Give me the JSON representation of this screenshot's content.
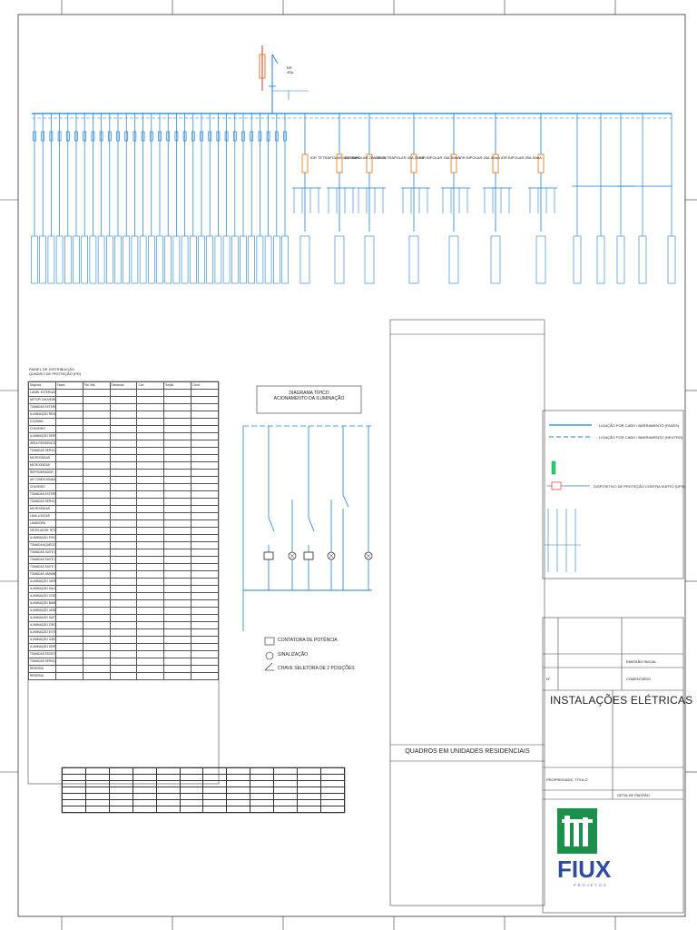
{
  "diagram": {
    "main_breaker": {
      "label": "DR",
      "sub": "40A"
    },
    "section_title": "QUADROS EM UNIDADES RESIDENCIAIS",
    "sub_breakers": [
      {
        "label": "IDR TETRAPOLAR",
        "sub": "40A 30mA"
      },
      {
        "label": "IDR BIPOLAR",
        "sub": "25A 30mA"
      },
      {
        "label": "IDR TETRAPOLAR",
        "sub": "40A 30mA"
      },
      {
        "label": "IDR BIPOLAR",
        "sub": "25A 30mA"
      },
      {
        "label": "IDR BIPOLAR",
        "sub": "25A 30mA"
      },
      {
        "label": "IDR BIPOLAR",
        "sub": "25A 30mA"
      }
    ],
    "typical_diagram": {
      "title_line1": "DIAGRAMA TÍPICO",
      "title_line2": "ACIONAMENTO DA ILUMINAÇÃO",
      "legend": [
        "CONTATORA DE POTÊNCIA",
        "SINALIZAÇÃO",
        "CHAVE SELETORA DE 2 POSIÇÕES"
      ]
    },
    "right_legend": [
      {
        "text": "LIGAÇÃO POR CABO / BARRAMENTO (FASES)"
      },
      {
        "text": "LIGAÇÃO POR CABO / BARRAMENTO (NEUTRO)"
      },
      {
        "text": "DISPOSITIVO DE PROTEÇÃO CONTRA SURTO (DPS)"
      }
    ],
    "title_block": {
      "project": "INSTALAÇÕES ELÉTRICAS",
      "rev_label": "EMISSÃO INICIAL",
      "rev_no": "N°",
      "rev_comment": "COMENTÁRIO",
      "client_label": "PROPRIEDADE, TÍTULO",
      "plan_label": "DETALHE PADRÃO"
    },
    "brand": {
      "name": "FIUX",
      "tagline": "PROJETOS"
    },
    "left_header": [
      "PAINEL DE DISTRIBUIÇÃO",
      "QUADRO DE PROTEÇÃO (PD)"
    ],
    "table_header": [
      "Disjuntor",
      "Fases",
      "Pot. Inst.",
      "Demanda",
      "Corr.",
      "Seção",
      "Cond."
    ],
    "table_rows": [
      "LUMIN. EXTERNAS",
      "MOTOR CHUVEIRO",
      "TOMADAS EXTERNAS",
      "ILUMINAÇÃO RESIDENCIAL",
      "COZINHA",
      "CHUVEIRO",
      "ILUMINAÇÃO SERVIÇO",
      "ÁREA RESIDENCIAL",
      "TOMADAS SERVIÇO",
      "MICROONDAS",
      "MICROONDAS",
      "REFRIGERADOR",
      "AR CONDICIONADO",
      "CHUVEIRO",
      "TOMADAS EXTERNAS",
      "TOMADAS SERVIÇO",
      "MICROONDAS",
      "LAVA-LOUÇAS",
      "LAVADORA",
      "VENTILADOR TETO",
      "ILUMINAÇÃO PISCINA",
      "TOMADA AQUECEDOR",
      "TOMADAS SUITE 1",
      "TOMADAS SUITE 2",
      "TOMADAS SUITE 3",
      "TOMADAS VARANDA",
      "ILUMINAÇÃO JARDIM",
      "ILUMINAÇÃO SALAS",
      "ILUMINAÇÃO COZINHA",
      "ILUMINAÇÃO BANHEIRO",
      "ILUMINAÇÃO VARANDA",
      "ILUMINAÇÃO SUITES",
      "ILUMINAÇÃO CIRCULAÇÃO",
      "ILUMINAÇÃO EXTERNA",
      "ILUMINAÇÃO GARAGEM",
      "ILUMINAÇÃO SERVIÇO",
      "TOMADAS ESCRITÓRIO",
      "TOMADAS SERVIÇO",
      "RESERVA",
      "RESERVA"
    ],
    "notes_heading": "QUADROS EM UNIDADES RESIDENCIAIS"
  }
}
